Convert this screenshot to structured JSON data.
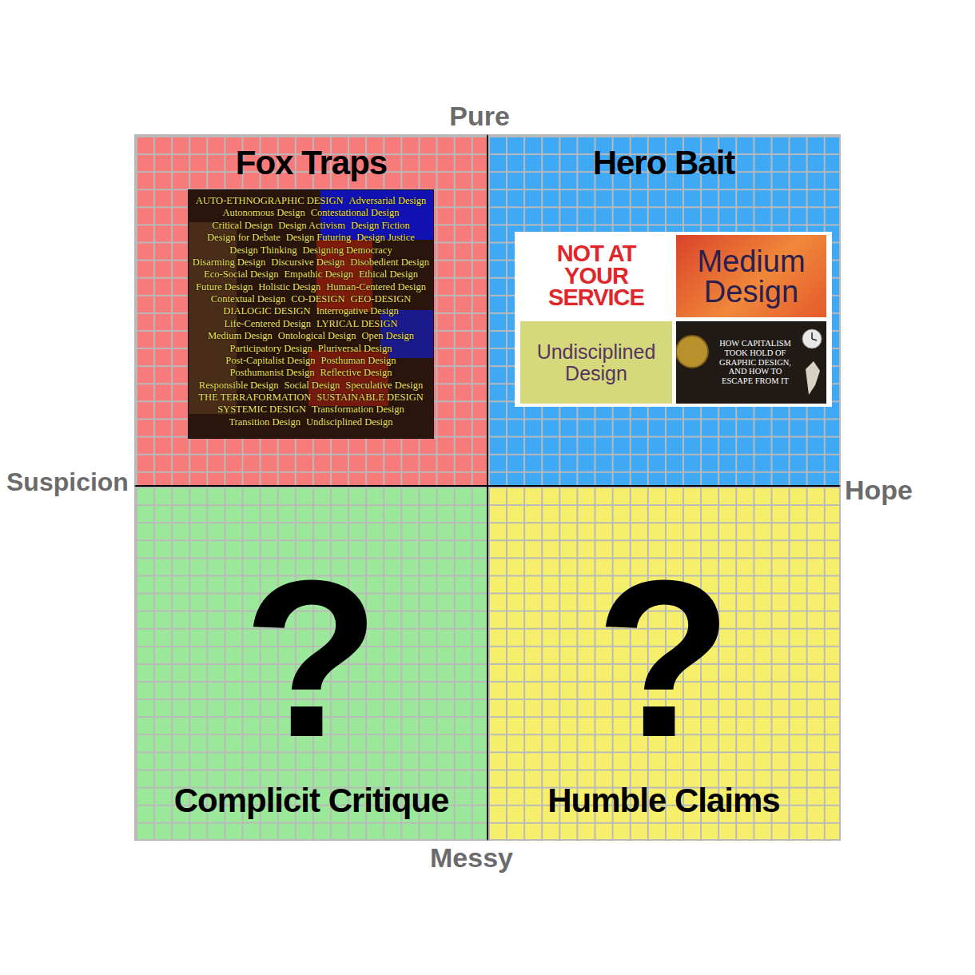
{
  "diagram": {
    "nodes": [
      {
        "text": [
          "Fox Traps"
        ]
      },
      {
        "text": [
          "AUTO-ETHNOGRAPHIC DESIGN",
          "Adversarial Design",
          "Autonomous Design",
          "Contestational Design",
          "Critical Design",
          "Design Activism",
          "Design Fiction",
          "Design for Debate",
          "Design Futuring",
          "Design Justice",
          "Design Thinking",
          "Designing Democracy",
          "Disarming Design",
          "Discursive Design",
          "Disobedient Design",
          "Eco-Social Design",
          "Empathic Design",
          "Ethical Design",
          "Future Design",
          "Holistic Design",
          "Human-Centered Design",
          "Contextual Design",
          "CO-DESIGN",
          "GEO-DESIGN",
          "DIALOGIC DESIGN",
          "Interrogative Design",
          "Life-Centered Design",
          "LYRICAL DESIGN",
          "Medium Design",
          "Ontological Design",
          "Open Design",
          "Participatory Design",
          "Pluriversal Design",
          "Post-Capitalist Design",
          "Posthuman Design",
          "Posthumanist Design",
          "Reflective Design",
          "Responsible Design",
          "Social Design",
          "Speculative Design",
          "THE TERRAFORMATION",
          "SUSTAINABLE DESIGN",
          "SYSTEMIC DESIGN",
          "Transformation Design",
          "Transition Design",
          "Undisciplined Design"
        ],
        "in": 0
      },
      {
        "text": [
          "Hero Bait"
        ]
      },
      {
        "text": [
          "NOT AT YOUR SERVICE"
        ],
        "in": 2
      },
      {
        "text": [
          "Medium Design"
        ],
        "in": 2
      },
      {
        "text": [
          "Undisciplined Design"
        ],
        "in": 2
      },
      {
        "text": [
          "HOW CAPITALISM TOOK HOLD OF GRAPHIC DESIGN, AND HOW TO ESCAPE FROM IT"
        ],
        "in": 2
      },
      {
        "text": [
          "?",
          "Complicit Critique"
        ]
      },
      {
        "text": [
          "?",
          "Humble Claims"
        ]
      }
    ],
    "labels": [
      "Pure",
      "Suspicion",
      "Hope",
      "Messy"
    ]
  }
}
